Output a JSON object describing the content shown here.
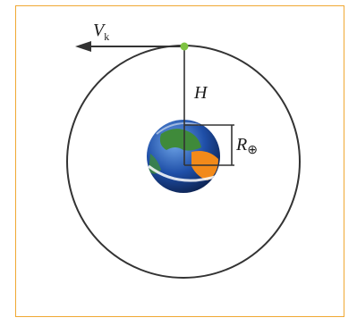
{
  "frame": {
    "border_color": "#f0a833"
  },
  "labels": {
    "velocity_symbol": "V",
    "velocity_subscript": "k",
    "altitude": "H",
    "earth_radius_symbol": "R",
    "earth_radius_subscript": "⊕"
  },
  "icons": {
    "satellite": "satellite-dot-icon",
    "earth": "earth-globe-icon",
    "velocity_arrow": "arrow-left-icon"
  },
  "colors": {
    "orbit": "#333333",
    "satellite": "#7ec242",
    "ocean": "#1f4fa8",
    "land": "#3f8a3a",
    "desert": "#f28a1a"
  }
}
